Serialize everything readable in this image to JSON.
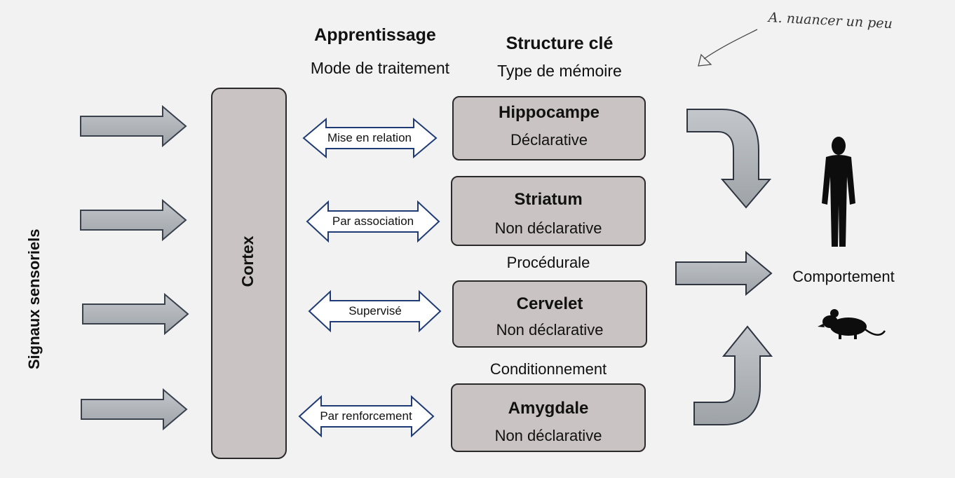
{
  "headers": {
    "learning_title": "Apprentissage",
    "learning_subtitle": "Mode de traitement",
    "structure_title": "Structure clé",
    "structure_subtitle": "Type de mémoire"
  },
  "handwritten_note": "A. nuancer un peu",
  "input_label": "Signaux sensoriels",
  "cortex_label": "Cortex",
  "learning_modes": [
    "Mise en relation",
    "Par association",
    "Supervisé",
    "Par renforcement"
  ],
  "structures": [
    {
      "name": "Hippocampe",
      "memory": "Déclarative"
    },
    {
      "name": "Striatum",
      "memory": "Non déclarative"
    },
    {
      "name": "Cervelet",
      "memory": "Non déclarative"
    },
    {
      "name": "Amygdale",
      "memory": "Non déclarative"
    }
  ],
  "between_labels": [
    "Procédurale",
    "Conditionnement"
  ],
  "output_label": "Comportement",
  "icons": [
    "human-silhouette-icon",
    "mouse-silhouette-icon"
  ],
  "colors": {
    "box_fill": "#c9c4c3",
    "arrow_fill": "#a9aeb3",
    "outline_blue": "#1f3b75"
  }
}
